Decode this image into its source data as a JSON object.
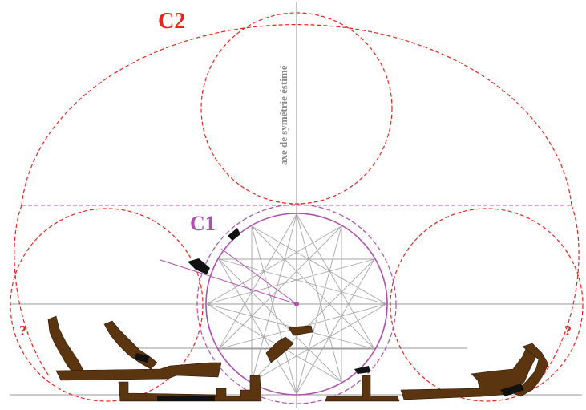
{
  "labels": {
    "c2": "C2",
    "c1": "C1",
    "axis": "axe de symétrie éstimé",
    "question_left": "?",
    "question_right": "?"
  },
  "colors": {
    "red": "#e8241c",
    "purple": "#b04fb0",
    "gray": "#9a9a9a",
    "ruin": "#5a3510",
    "ruin_dark": "#111111"
  }
}
